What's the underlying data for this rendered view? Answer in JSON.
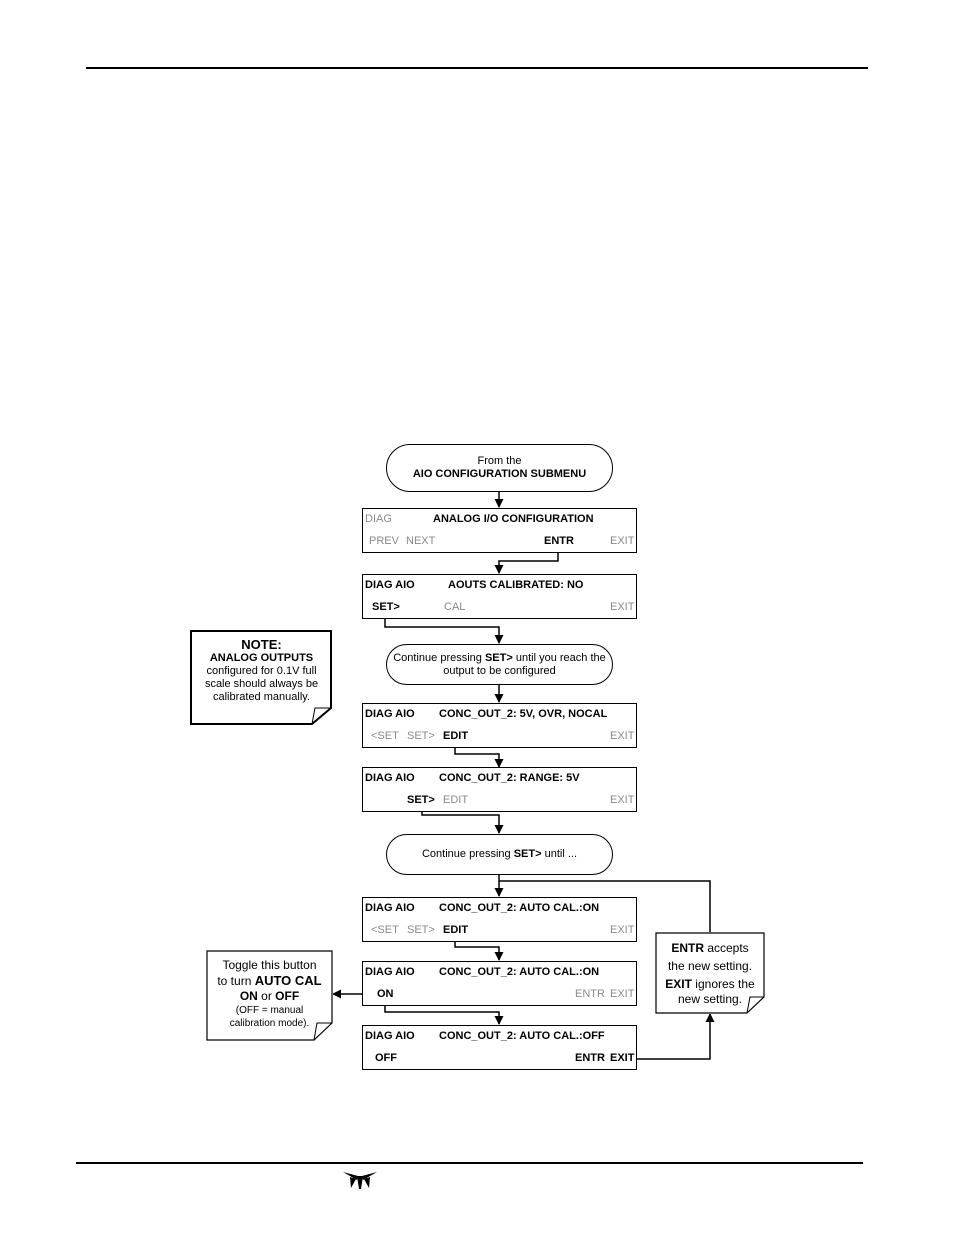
{
  "start": {
    "line1": "From the",
    "line2": "AIO CONFIGURATION SUBMENU"
  },
  "panel1": {
    "mode": "DIAG",
    "title": "ANALOG I/O CONFIGURATION",
    "b1": "PREV",
    "b2": "NEXT",
    "b3": "ENTR",
    "b4": "EXIT"
  },
  "panel2": {
    "mode": "DIAG AIO",
    "title": "AOUTS CALIBRATED: NO",
    "b1": "SET>",
    "b2": "CAL",
    "b3": "EXIT"
  },
  "continue1": {
    "pre": "Continue pressing ",
    "key": "SET>",
    "post": " until you reach the",
    "line2": "output to be configured"
  },
  "panel3": {
    "mode": "DIAG AIO",
    "title": "CONC_OUT_2: 5V, OVR, NOCAL",
    "b1": "<SET",
    "b2": "SET>",
    "b3": "EDIT",
    "b4": "EXIT"
  },
  "panel4": {
    "mode": "DIAG AIO",
    "title": "CONC_OUT_2: RANGE: 5V",
    "b1": "SET>",
    "b2": "EDIT",
    "b3": "EXIT"
  },
  "continue2": {
    "pre": "Continue pressing ",
    "key": "SET>",
    "post": " until ..."
  },
  "panel5": {
    "mode": "DIAG AIO",
    "title": "CONC_OUT_2: AUTO CAL.:ON",
    "b1": "<SET",
    "b2": "SET>",
    "b3": "EDIT",
    "b4": "EXIT"
  },
  "panel6": {
    "mode": "DIAG AIO",
    "title": "CONC_OUT_2: AUTO CAL.:ON",
    "b1": "ON",
    "b2": "ENTR",
    "b3": "EXIT"
  },
  "panel7": {
    "mode": "DIAG AIO",
    "title": "CONC_OUT_2: AUTO CAL.:OFF",
    "b1": "OFF",
    "b2": "ENTR",
    "b3": "EXIT"
  },
  "note_left": {
    "heading": "NOTE:",
    "line1": "ANALOG OUTPUTS",
    "line2": "configured for 0.1V full",
    "line3": "scale should always be",
    "line4": "calibrated manually."
  },
  "note_toggle": {
    "line1": "Toggle this button",
    "pre2": "to turn ",
    "key2": "AUTO CAL",
    "key3a": "ON",
    "mid3": " or ",
    "key3b": "OFF",
    "line4": "(OFF = manual",
    "line5": "calibration mode)."
  },
  "note_entr": {
    "key1": "ENTR",
    "post1": " accepts",
    "line2": "the new setting.",
    "key3": "EXIT",
    "post3": " ignores the",
    "line4": "new setting."
  },
  "colors": {
    "inactive_key": "#8a8a8a",
    "line": "#000000"
  },
  "icons": {
    "footer_logo": "teledyne-logo-icon"
  }
}
